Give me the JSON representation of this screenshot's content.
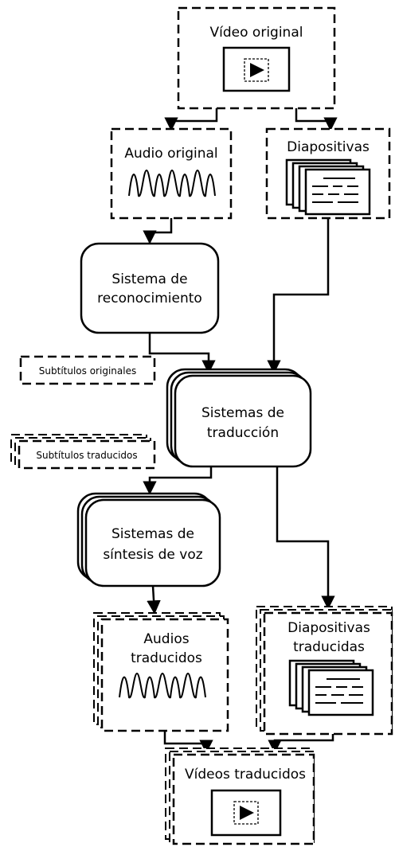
{
  "nodes": {
    "video_original": "Vídeo original",
    "audio_original": "Audio original",
    "diapositivas": "Diapositivas",
    "reconocimiento": [
      "Sistema de",
      "reconocimiento"
    ],
    "subtitulos_originales": "Subtítulos originales",
    "traduccion": [
      "Sistemas de",
      "traducción"
    ],
    "subtitulos_traducidos": "Subtítulos traducidos",
    "sintesis": [
      "Sistemas de",
      "síntesis de voz"
    ],
    "audios_traducidos": [
      "Audios",
      "traducidos"
    ],
    "diapositivas_traducidas": [
      "Diapositivas",
      "traducidas"
    ],
    "videos_traducidos": "Vídeos traducidos"
  },
  "icons": {
    "video": "video-play-icon",
    "audio": "waveform-icon",
    "slides": "slides-stack-icon"
  }
}
